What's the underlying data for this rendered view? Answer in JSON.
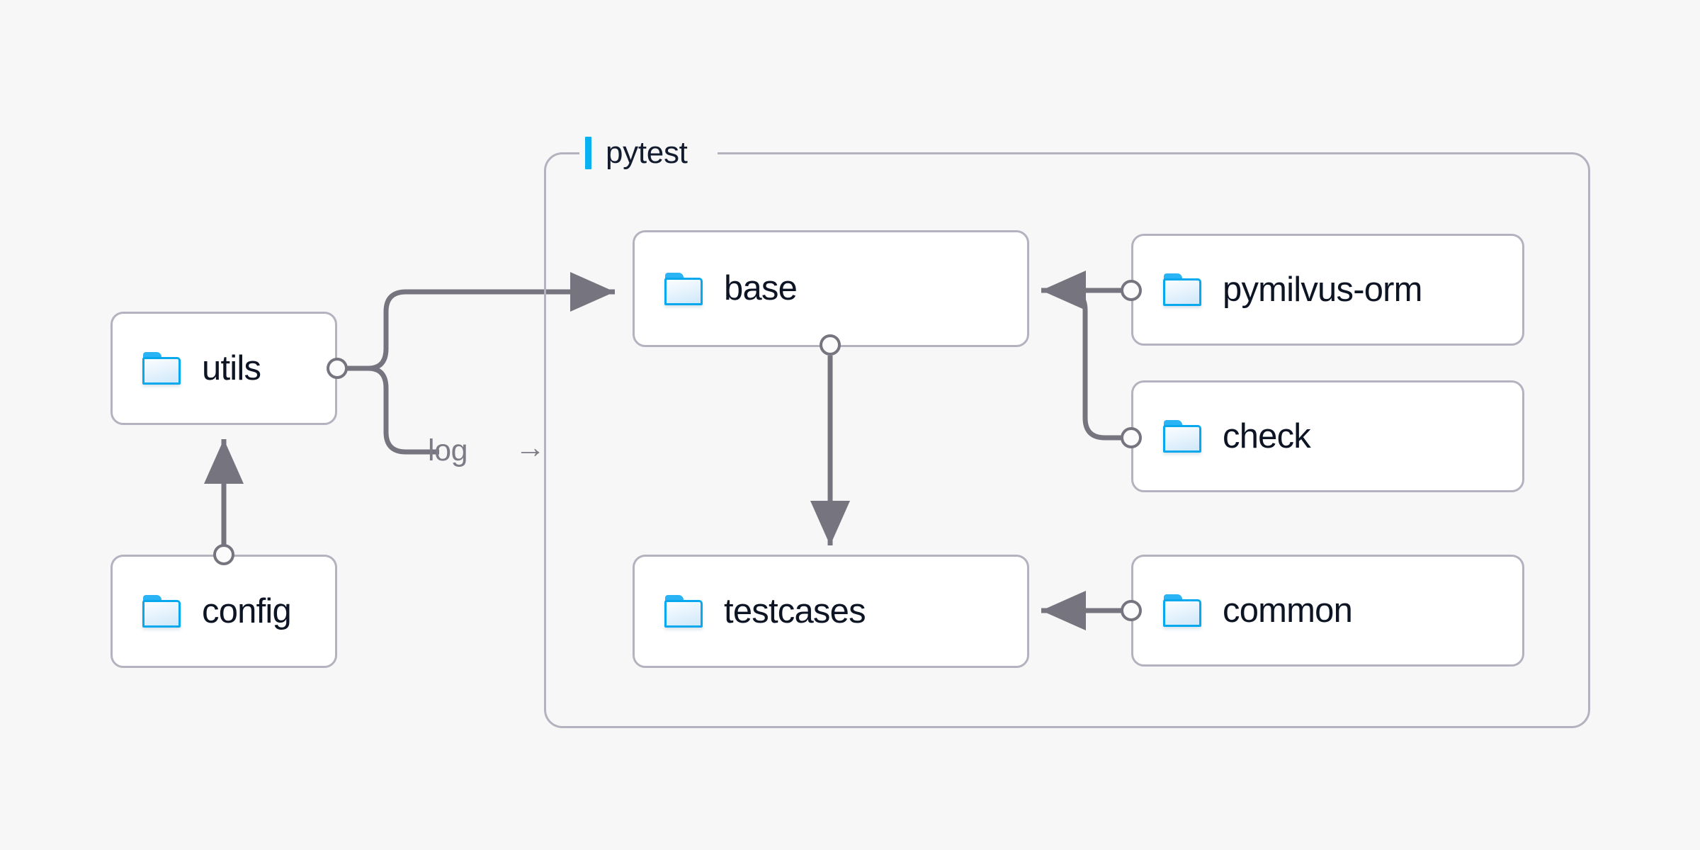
{
  "diagram": {
    "title_group": "pytest",
    "background_color": "#f7f7f7",
    "accent_color": "#09b1f3",
    "node_border_color": "#b4b2bf",
    "wire_color": "#76757f",
    "label_color": "#0d1424",
    "nodes": [
      {
        "id": "utils",
        "label": "utils",
        "icon": "folder-icon"
      },
      {
        "id": "config",
        "label": "config",
        "icon": "folder-icon"
      },
      {
        "id": "base",
        "label": "base",
        "icon": "folder-icon"
      },
      {
        "id": "testcases",
        "label": "testcases",
        "icon": "folder-icon"
      },
      {
        "id": "pymilvus-orm",
        "label": "pymilvus-orm",
        "icon": "folder-icon"
      },
      {
        "id": "check",
        "label": "check",
        "icon": "folder-icon"
      },
      {
        "id": "common",
        "label": "common",
        "icon": "folder-icon"
      }
    ],
    "edges": [
      {
        "from": "utils",
        "to": "base",
        "label": ""
      },
      {
        "from": "utils",
        "to": "pytest",
        "label": "log"
      },
      {
        "from": "config",
        "to": "utils",
        "label": ""
      },
      {
        "from": "base",
        "to": "testcases",
        "label": ""
      },
      {
        "from": "pymilvus-orm",
        "to": "base",
        "label": ""
      },
      {
        "from": "check",
        "to": "base",
        "label": ""
      },
      {
        "from": "common",
        "to": "testcases",
        "label": ""
      }
    ],
    "edge_labels": {
      "log": "log",
      "log_arrow": "→"
    }
  }
}
